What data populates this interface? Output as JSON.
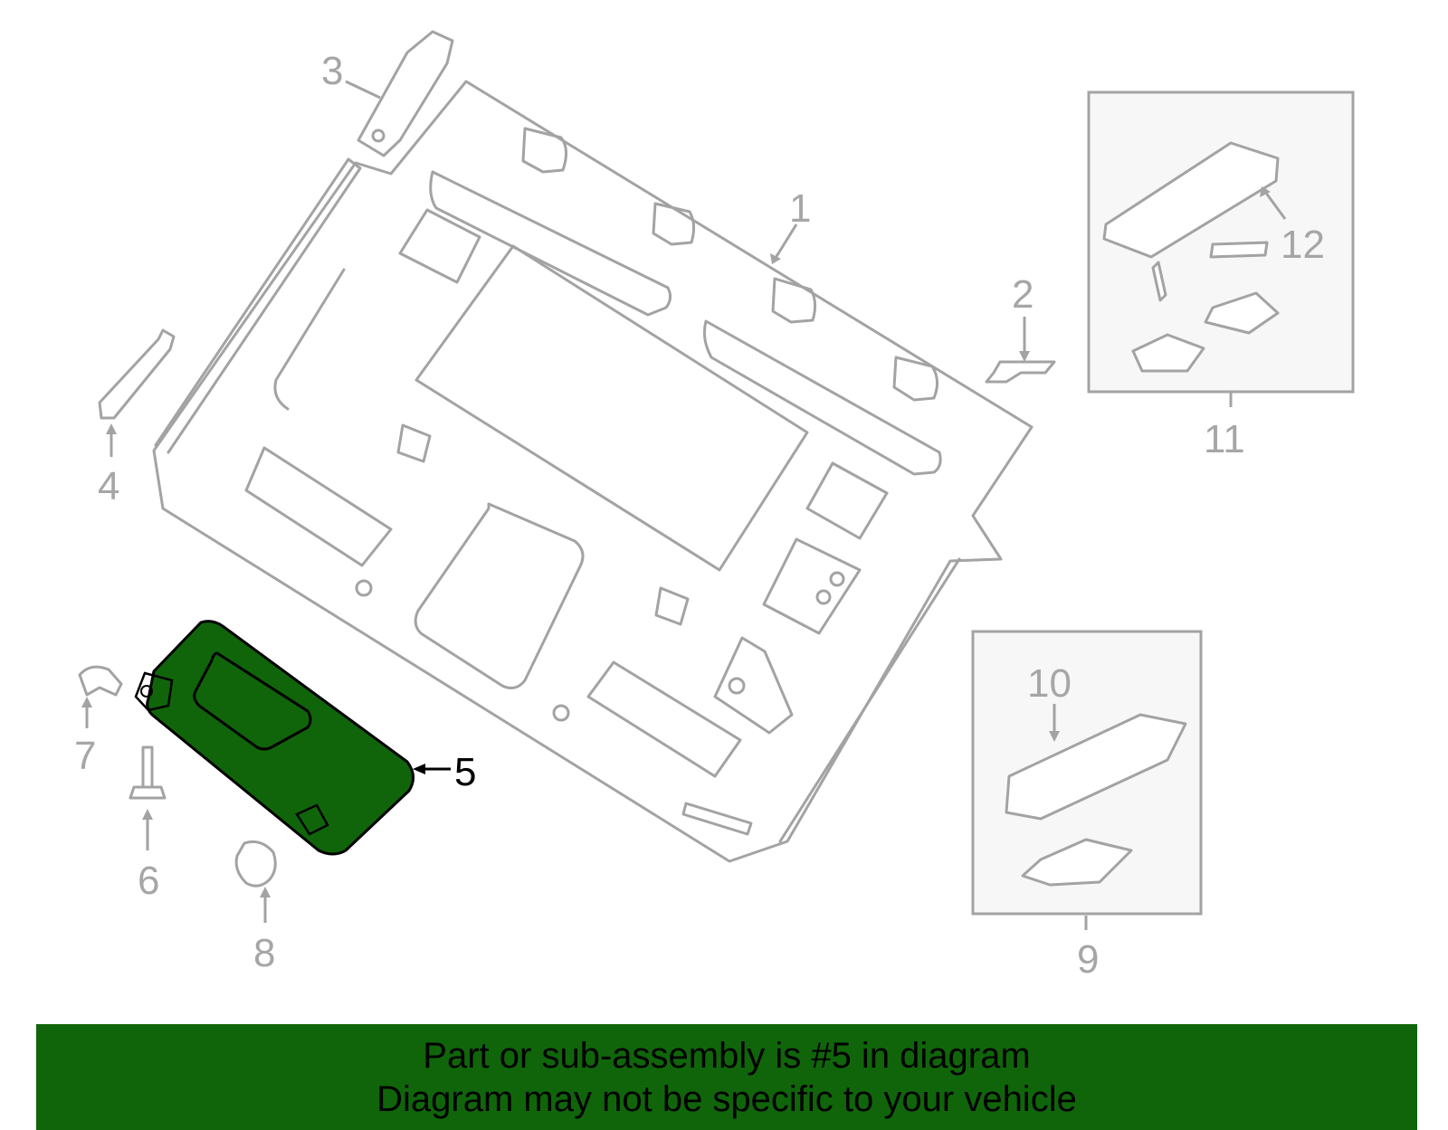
{
  "callouts": {
    "c1": "1",
    "c2": "2",
    "c3": "3",
    "c4": "4",
    "c5": "5",
    "c6": "6",
    "c7": "7",
    "c8": "8",
    "c9": "9",
    "c10": "10",
    "c11": "11",
    "c12": "12"
  },
  "highlight": {
    "part_number": "5",
    "fill_color": "#10650a"
  },
  "banner": {
    "line1": "Part or sub-assembly is #5 in diagram",
    "line2": "Diagram may not be specific to your vehicle",
    "background": "#10650a"
  }
}
